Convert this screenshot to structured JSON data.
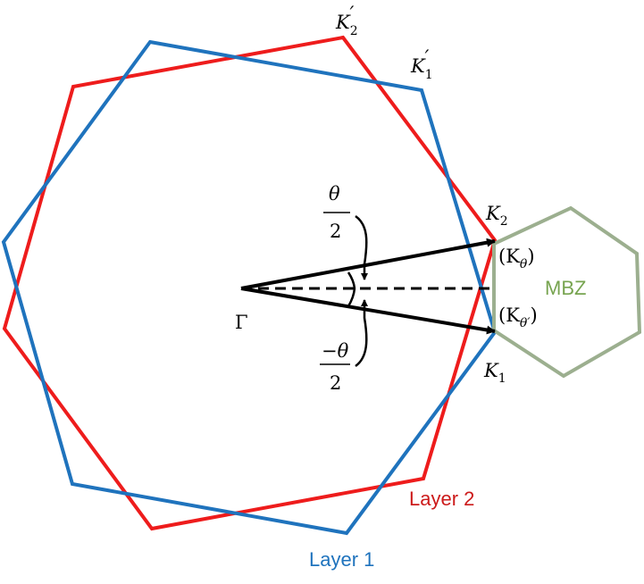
{
  "labels": {
    "gamma": "Γ",
    "k2_prime": "K",
    "k2_prime_sub": "2",
    "k2_prime_mark": "′",
    "k1_prime": "K",
    "k1_prime_sub": "1",
    "k1_prime_mark": "′",
    "k2": "K",
    "k2_sub": "2",
    "k1": "K",
    "k1_sub": "1",
    "k_theta": "(K",
    "k_theta_sub": "θ",
    "k_theta_close": ")",
    "k_theta_prime": "(K",
    "k_theta_prime_sub": "θ′",
    "k_theta_prime_close": ")",
    "theta_num": "θ",
    "theta_den": "2",
    "neg_theta_num": "−θ",
    "neg_theta_den": "2",
    "mbz": "MBZ",
    "layer1": "Layer 1",
    "layer2": "Layer 2"
  },
  "colors": {
    "layer1": "#1f73bd",
    "layer2": "#ee1c1c",
    "mbz": "#9caf8f",
    "mbz_text": "#77a450",
    "arrows": "#000000"
  }
}
